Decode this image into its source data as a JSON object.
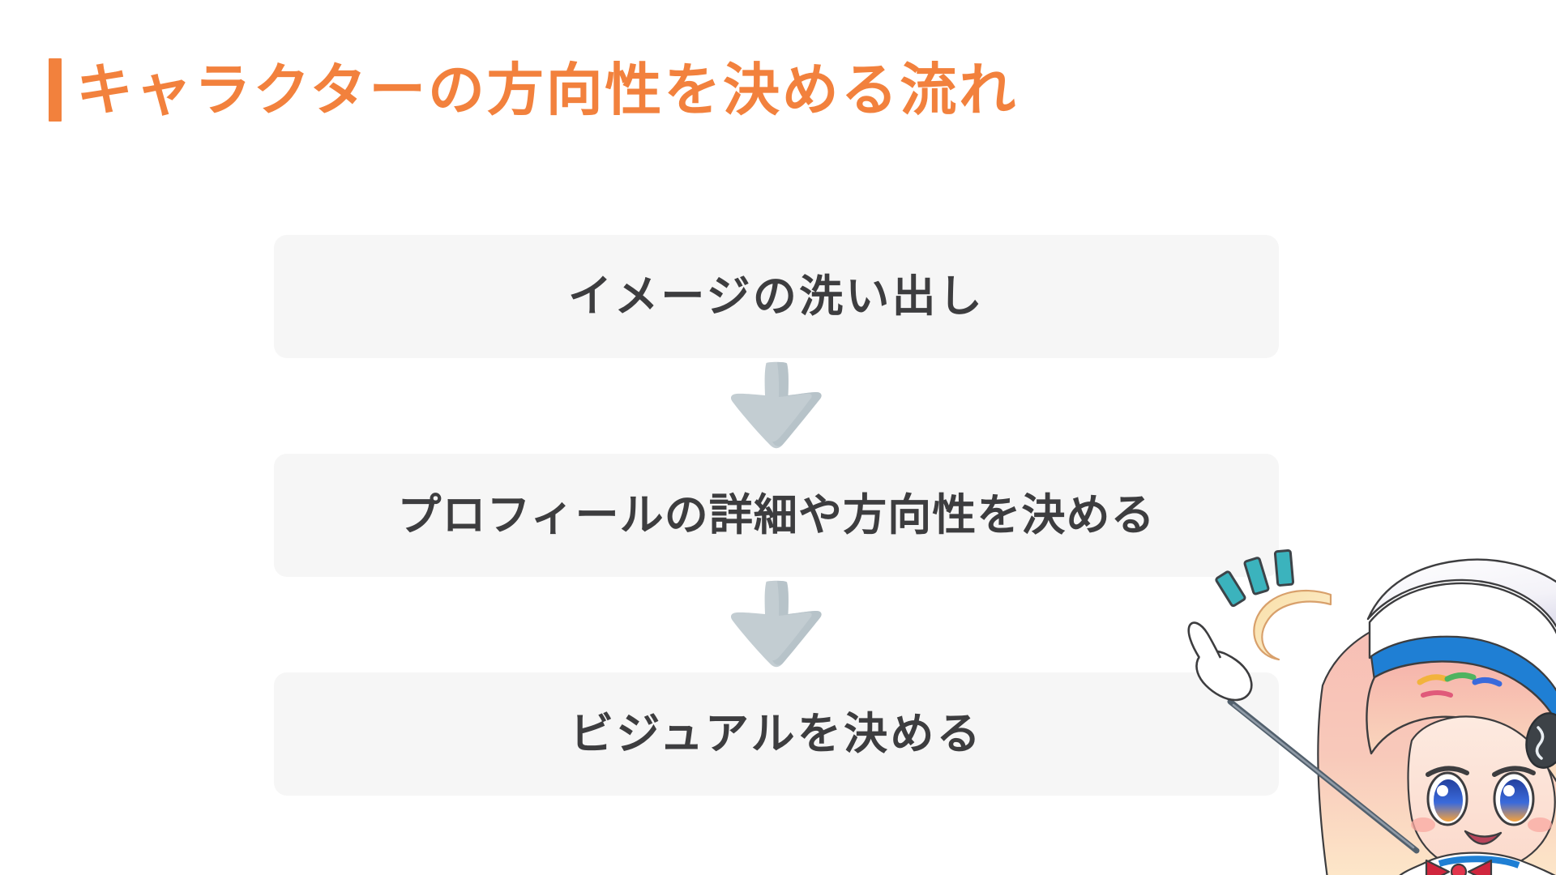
{
  "slide": {
    "background_color": "#ffffff",
    "accent_color": "#f2813d",
    "box_color": "#f6f6f6",
    "box_text_color": "#3d3d3f",
    "arrow_color": "#c3cdd2"
  },
  "header": {
    "title": "キャラクターの方向性を決める流れ",
    "accent_bar_color": "#f2813d"
  },
  "flow": {
    "steps": [
      {
        "label": "イメージの洗い出し"
      },
      {
        "label": "プロフィールの詳細や方向性を決める"
      },
      {
        "label": "ビジュアルを決める"
      }
    ],
    "connectors": [
      {
        "icon": "down-arrow-icon"
      },
      {
        "icon": "down-arrow-icon"
      }
    ]
  },
  "character": {
    "name": "chibi-mascot-illustration",
    "description": "ピンク髪のちびキャラ、白いセーラー帽と指し棒",
    "hair_color": "#f4b8b1",
    "hat_color": "#ffffff",
    "hat_band_color": "#1f7fd4",
    "sparkle_color": "#3bb3bd",
    "ribbon_color": "#d0263d",
    "eye_color": "#2b56d4",
    "accent_color": "#f6a23c"
  }
}
